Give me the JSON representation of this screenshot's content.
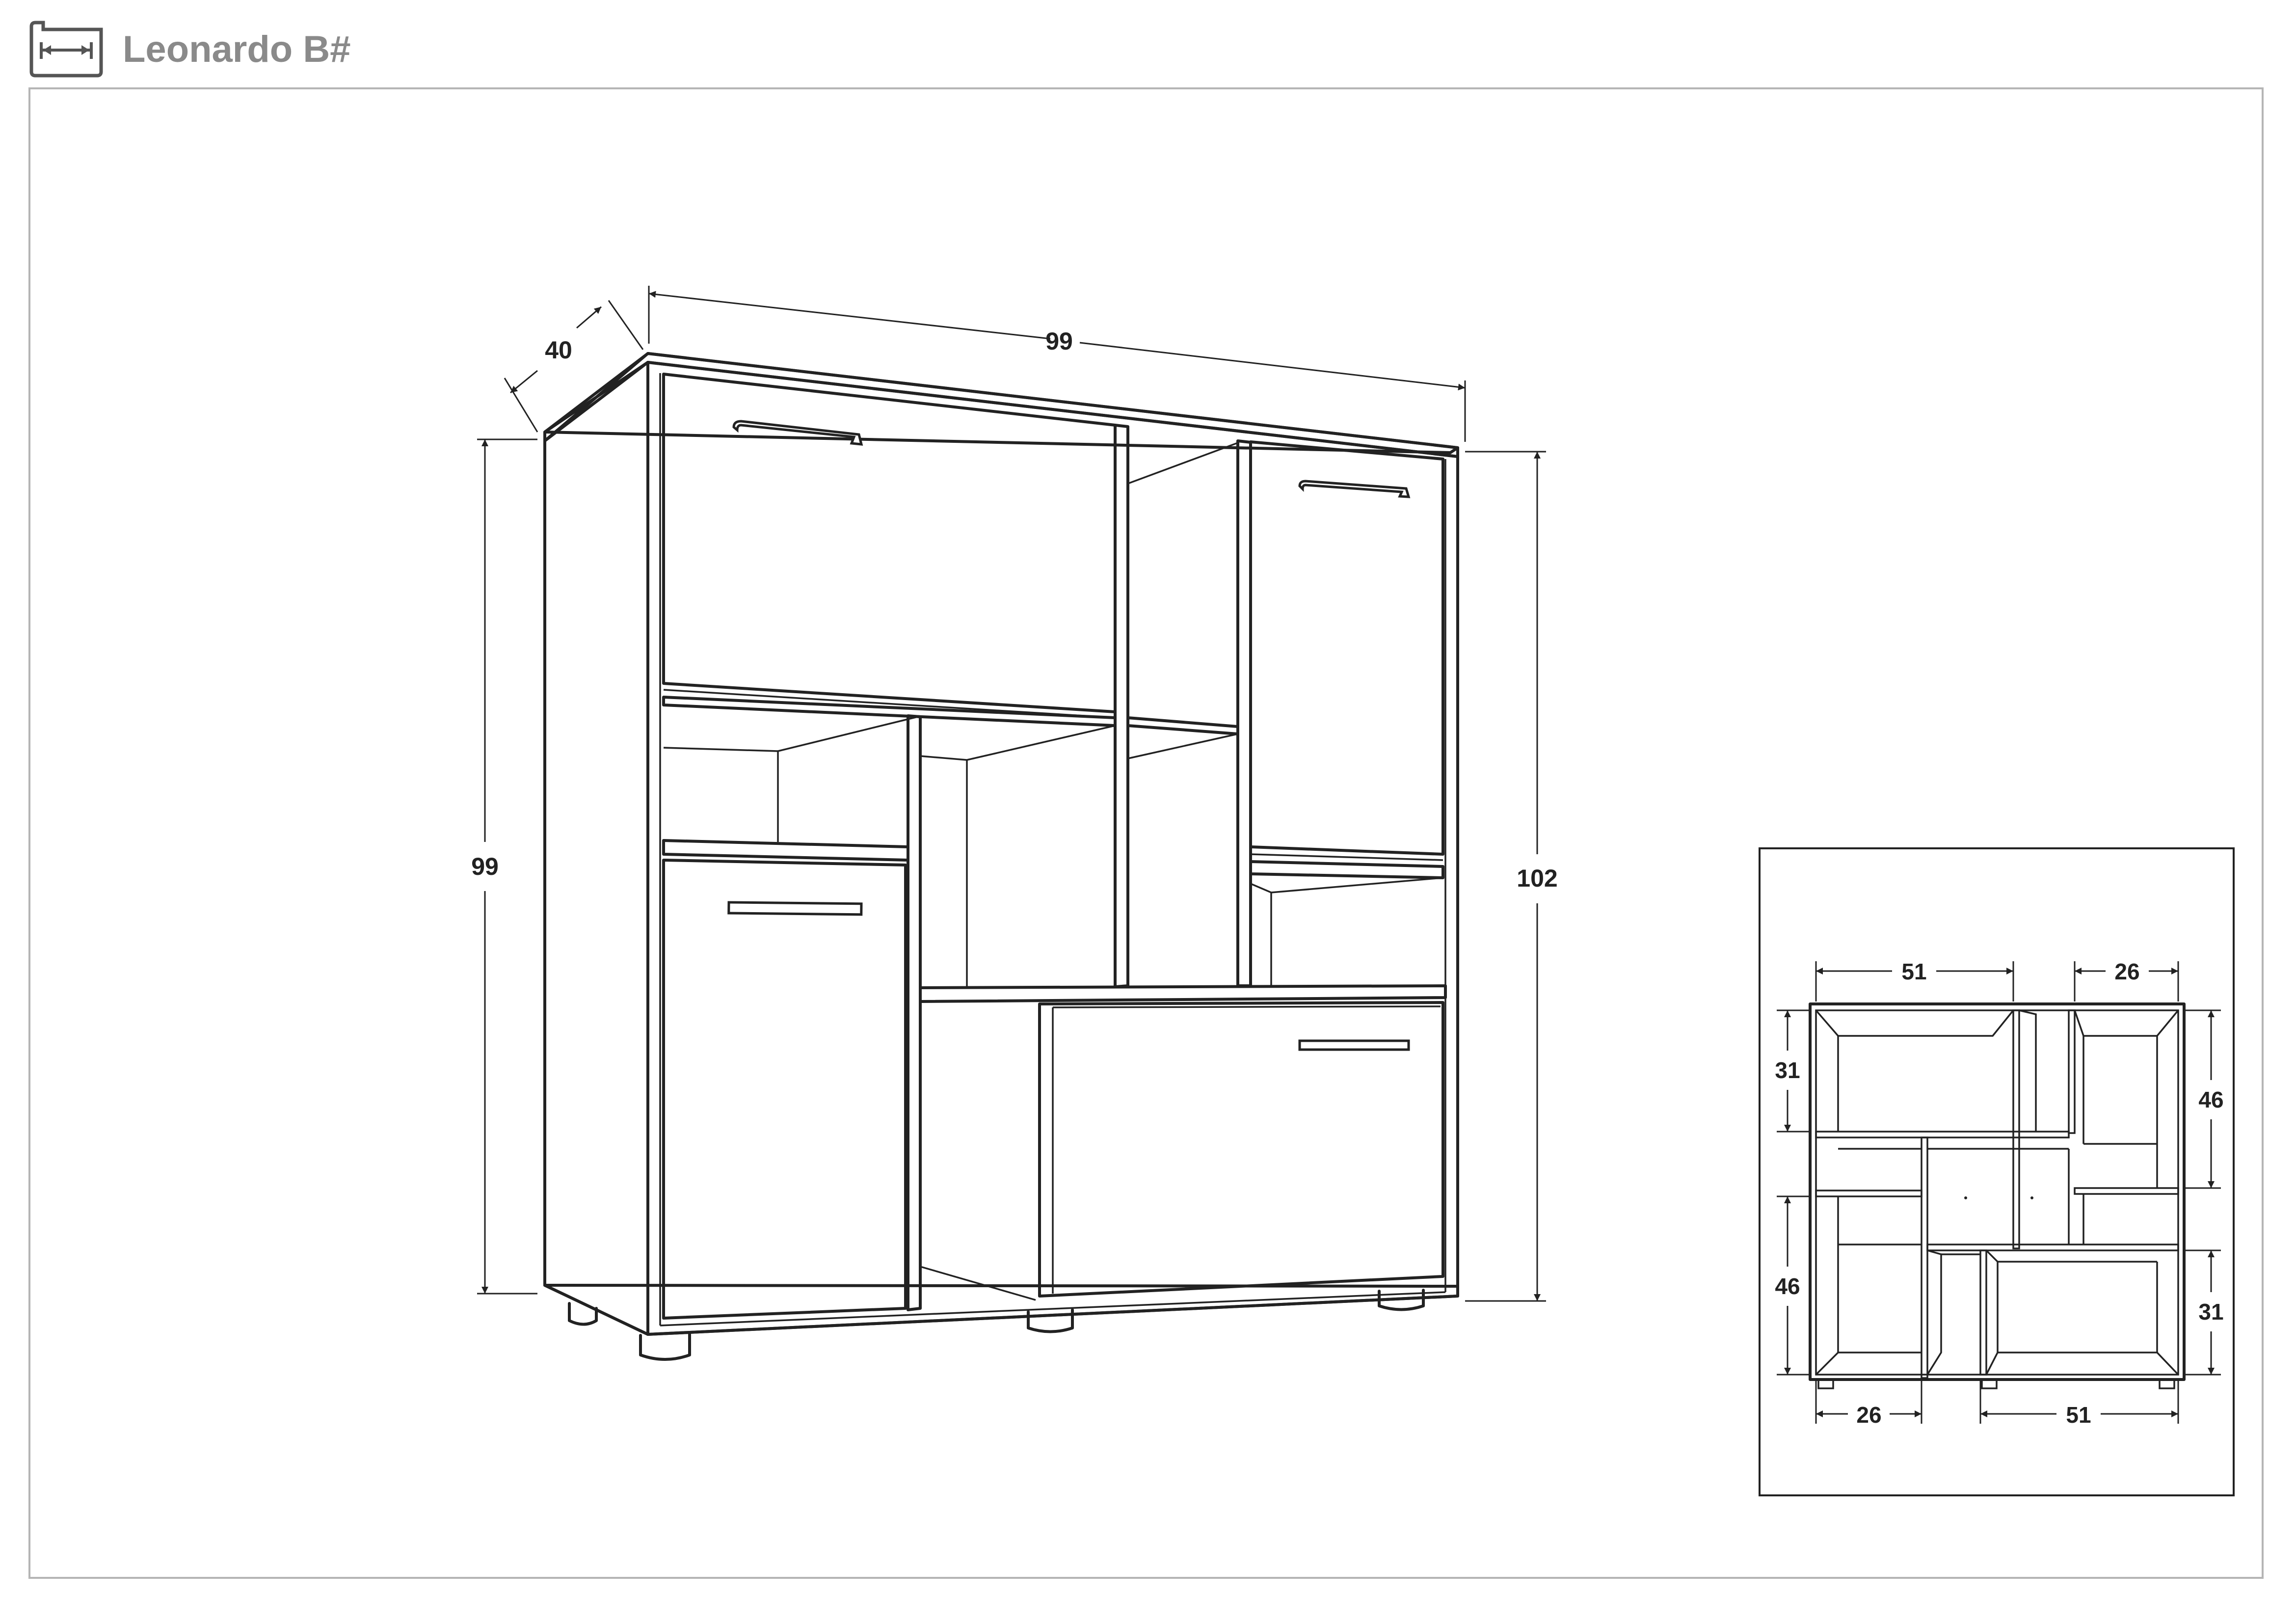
{
  "header": {
    "title": "Leonardo B#",
    "icon": "dimensions-icon"
  },
  "main_view": {
    "width_label": "99",
    "depth_label": "40",
    "height_left_label": "99",
    "height_right_label": "102"
  },
  "detail_view": {
    "top_left_width": "51",
    "top_right_width": "26",
    "left_upper_height": "31",
    "left_lower_height": "46",
    "right_upper_height": "46",
    "right_lower_height": "31",
    "bottom_left_width": "26",
    "bottom_right_width": "51"
  },
  "colors": {
    "line": "#222222",
    "frame": "#b5b5b5",
    "title": "#8a8a8a"
  }
}
